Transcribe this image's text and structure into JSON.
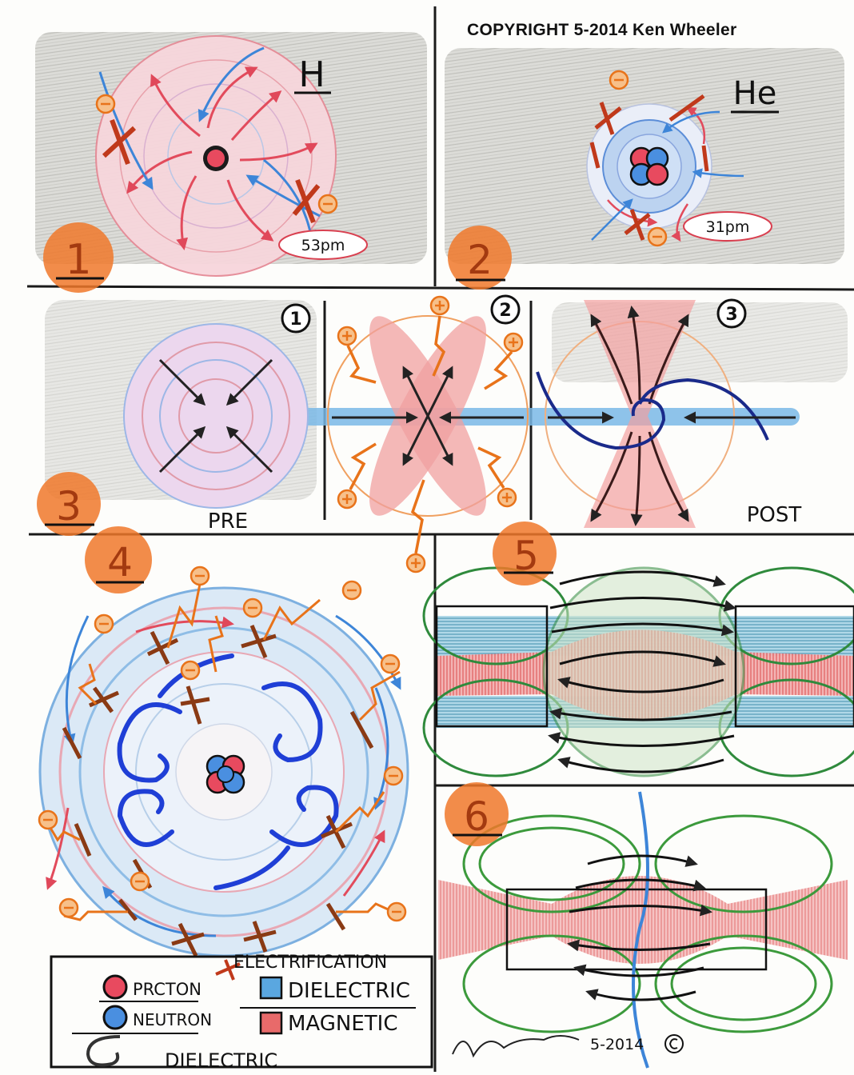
{
  "copyright": "COPYRIGHT 5-2014 Ken Wheeler",
  "panels": {
    "p1": {
      "number": "1",
      "element": "H",
      "radius": "53pm"
    },
    "p2": {
      "number": "2",
      "element": "He",
      "radius": "31pm"
    },
    "p3": {
      "number": "3",
      "step1": "1",
      "step2": "2",
      "step3": "3",
      "pre": "PRE",
      "post": "POST"
    },
    "p4": {
      "number": "4"
    },
    "p5": {
      "number": "5"
    },
    "p6": {
      "number": "6"
    }
  },
  "legend": {
    "electrification": "ELECTRIFICATION",
    "proton": "PRCTON",
    "neutron": "NEUTRON",
    "dielectric_box": "DIELECTRIC",
    "magnetic_box": "MAGNETIC",
    "dielectric_swirl": "DIELECTRIC"
  },
  "signature": {
    "date": "5-2014"
  },
  "colors": {
    "proton": "#e84a5f",
    "neutron": "#4a8fe0",
    "dielectric": "#5aa7e0",
    "magnetic": "#e86a6a",
    "electrification": "#e8731a",
    "field_green": "#2f8a3c",
    "badge": "#f0782a"
  }
}
